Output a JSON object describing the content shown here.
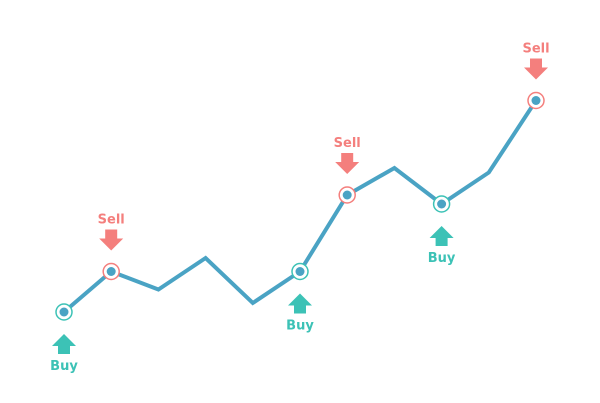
{
  "chart_data": {
    "type": "line",
    "title": "",
    "xlabel": "",
    "ylabel": "",
    "grid": false,
    "x": [
      0,
      1,
      2,
      3,
      4,
      5,
      6,
      7,
      8,
      9,
      10
    ],
    "series": [
      {
        "values": [
          10,
          19,
          15,
          22,
          12,
          19,
          36,
          42,
          34,
          41,
          57
        ]
      }
    ],
    "signals": [
      {
        "type": "buy",
        "label": "Buy",
        "index": 0
      },
      {
        "type": "sell",
        "label": "Sell",
        "index": 1
      },
      {
        "type": "buy",
        "label": "Buy",
        "index": 5
      },
      {
        "type": "sell",
        "label": "Sell",
        "index": 6
      },
      {
        "type": "buy",
        "label": "Buy",
        "index": 8
      },
      {
        "type": "sell",
        "label": "Sell",
        "index": 10
      }
    ],
    "colors": {
      "line": "#4aa3c4",
      "buy": "#3cc2b6",
      "sell": "#f47f7d"
    }
  }
}
